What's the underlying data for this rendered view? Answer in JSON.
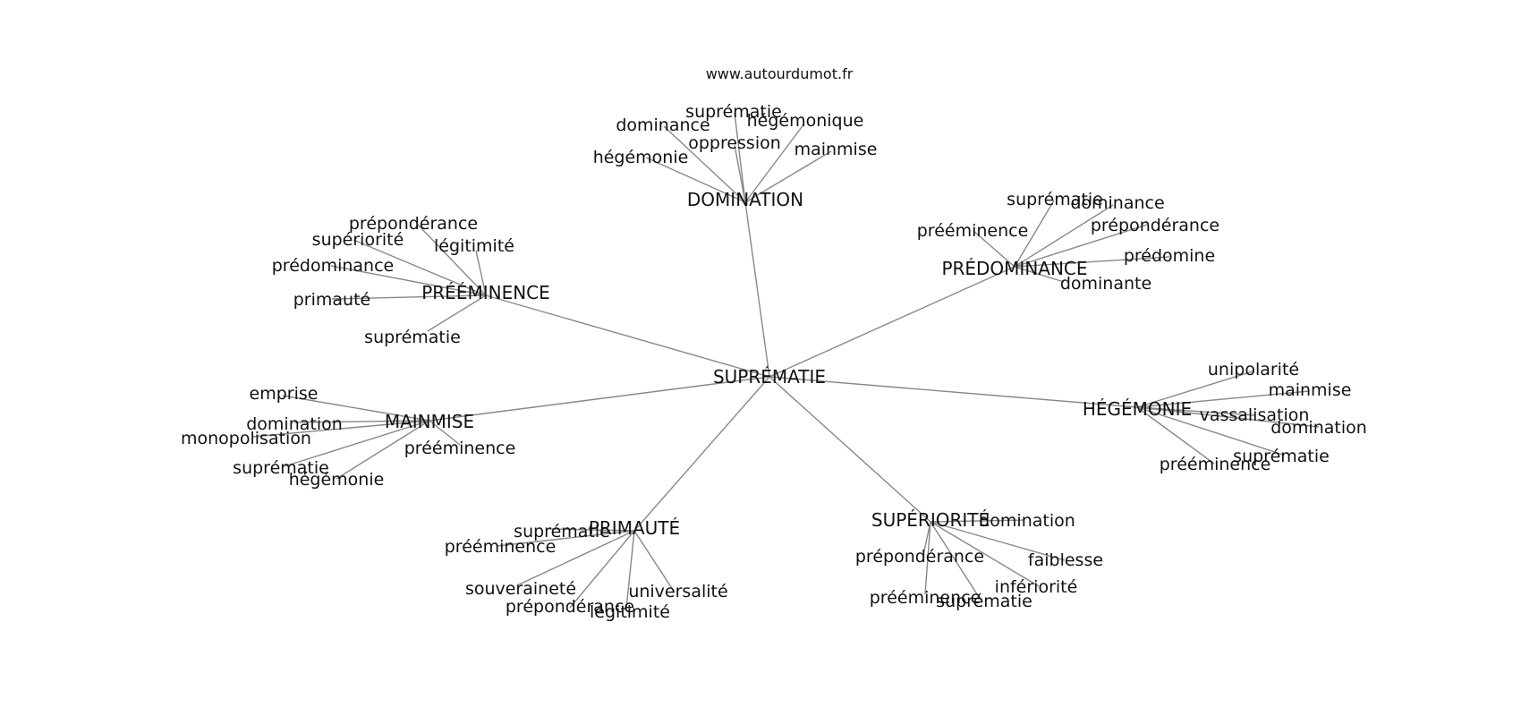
{
  "source": "www.autourdumot.fr",
  "center": "SUPRÉMATIE",
  "hubs": [
    {
      "id": "domination",
      "label": "DOMINATION",
      "leaves": [
        "suprématie",
        "dominance",
        "hégémonique",
        "oppression",
        "hégémonie",
        "mainmise"
      ]
    },
    {
      "id": "predominance",
      "label": "PRÉDOMINANCE",
      "leaves": [
        "suprématie",
        "dominance",
        "prééminence",
        "prépondérance",
        "prédomine",
        "dominante"
      ]
    },
    {
      "id": "preeminence",
      "label": "PRÉÉMINENCE",
      "leaves": [
        "prépondérance",
        "supériorité",
        "légitimité",
        "prédominance",
        "primauté",
        "suprématie"
      ]
    },
    {
      "id": "mainmise",
      "label": "MAINMISE",
      "leaves": [
        "emprise",
        "domination",
        "monopolisation",
        "prééminence",
        "suprématie",
        "hégémonie"
      ]
    },
    {
      "id": "hegemonie",
      "label": "HÉGÉMONIE",
      "leaves": [
        "unipolarité",
        "mainmise",
        "vassalisation",
        "domination",
        "suprématie",
        "prééminence"
      ]
    },
    {
      "id": "primaute",
      "label": "PRIMAUTÉ",
      "leaves": [
        "suprématie",
        "prééminence",
        "souveraineté",
        "universalité",
        "prépondérance",
        "légitimité"
      ]
    },
    {
      "id": "superiorite",
      "label": "SUPÉRIORITÉ",
      "leaves": [
        "domination",
        "prépondérance",
        "faiblesse",
        "infériorité",
        "prééminence",
        "suprématie"
      ]
    }
  ]
}
